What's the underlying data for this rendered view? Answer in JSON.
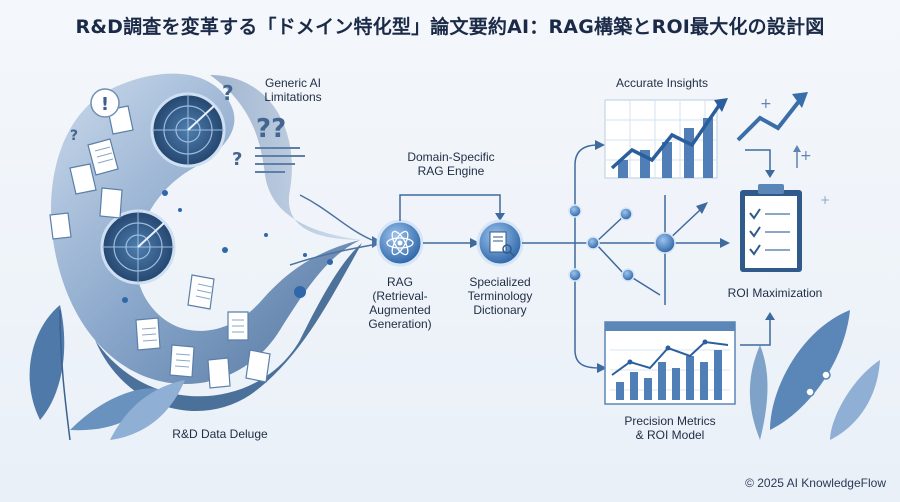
{
  "title": "R&D調査を変革する「ドメイン特化型」論文要約AI：RAG構築とROI最大化の設計図",
  "labels": {
    "generic_ai": "Generic AI\nLimitations",
    "data_deluge": "R&D Data Deluge",
    "domain_rag": "Domain-Specific\nRAG Engine",
    "rag": "RAG\n(Retrieval-\nAugmented\nGeneration)",
    "dictionary": "Specialized\nTerminology\nDictionary",
    "insights": "Accurate Insights",
    "roi_max": "ROI Maximization",
    "metrics": "Precision Metrics\n& ROI Model"
  },
  "copyright": "© 2025 AI KnowledgeFlow",
  "colors": {
    "dark": "#2f5a8a",
    "mid": "#5b86b8",
    "light": "#a9c3e0",
    "accent": "#3b78c4"
  }
}
